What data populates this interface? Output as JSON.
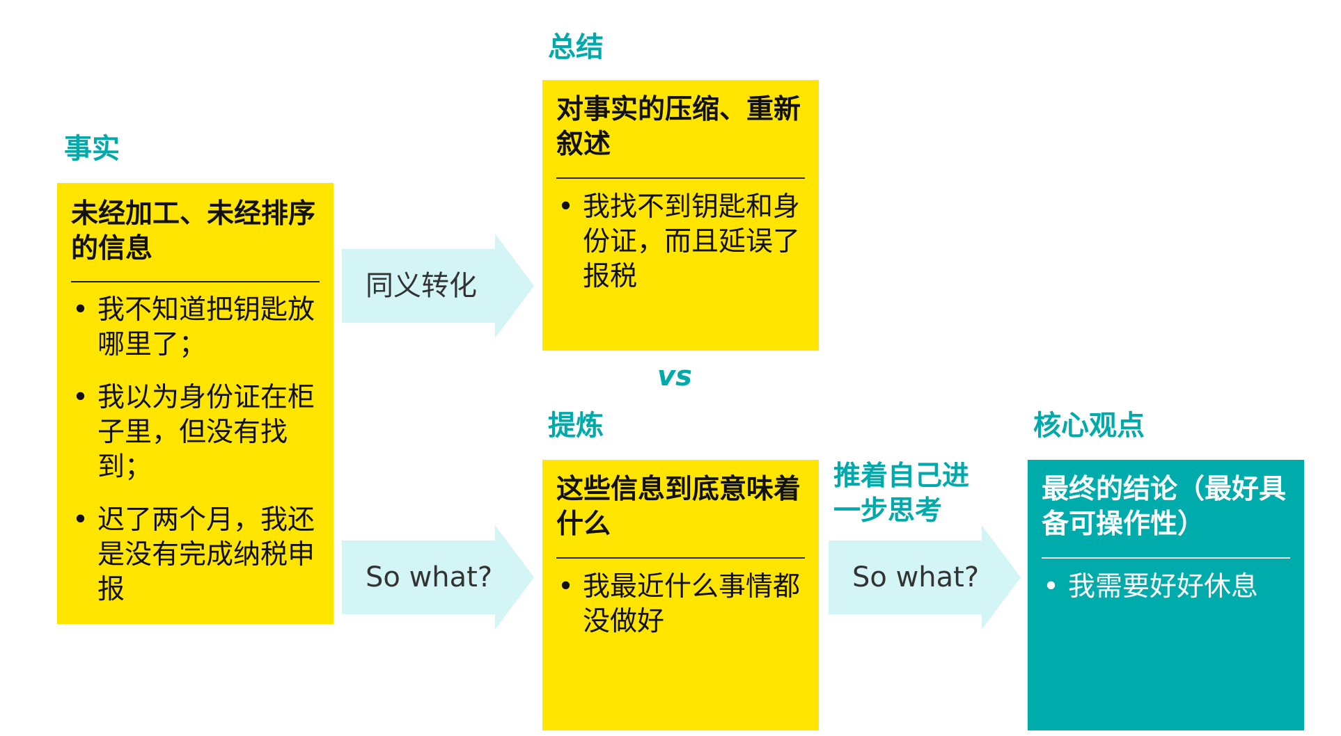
{
  "colors": {
    "accent": "#00a9aa",
    "yellow": "#ffe500",
    "teal": "#00abac",
    "arrow": "#d3f5f6"
  },
  "facts": {
    "label": "事实",
    "heading": "未经加工、未经排序的信息",
    "items": [
      "我不知道把钥匙放哪里了；",
      "我以为身份证在柜子里，但没有找到；",
      "迟了两个月，我还是没有完成纳税申报"
    ]
  },
  "summary": {
    "label": "总结",
    "heading": "对事实的压缩、重新叙述",
    "items": [
      "我找不到钥匙和身份证，而且延误了报税"
    ]
  },
  "vs": "vs",
  "refine": {
    "label": "提炼",
    "heading": "这些信息到底意味着什么",
    "items": [
      "我最近什么事情都没做好"
    ]
  },
  "push": {
    "label": "推着自己进一步思考"
  },
  "core": {
    "label": "核心观点",
    "heading": "最终的结论（最好具备可操作性）",
    "items": [
      "我需要好好休息"
    ]
  },
  "arrows": {
    "synonym": "同义转化",
    "sowhat1": "So what?",
    "sowhat2": "So what?"
  },
  "bullet": "•"
}
